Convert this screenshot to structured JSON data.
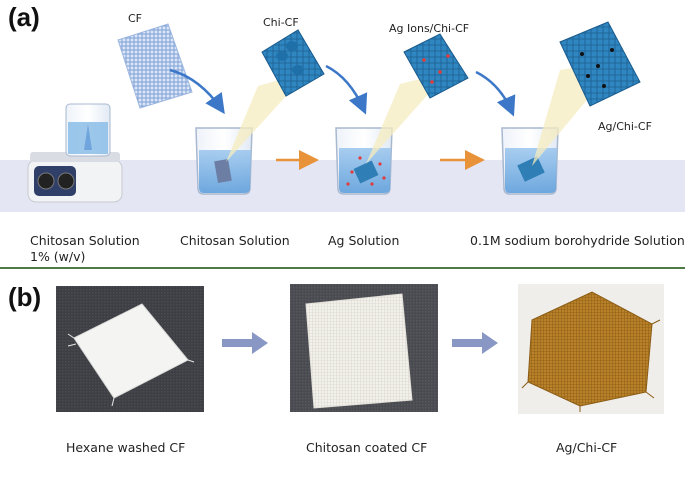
{
  "panel_a": {
    "label": "(a)",
    "floating_labels": [
      "CF",
      "Chi-CF",
      "Ag Ions/Chi-CF",
      "Ag/Chi-CF"
    ],
    "captions": [
      "Chitosan Solution",
      "1% (w/v)",
      "Chitosan Solution",
      "Ag Solution",
      "0.1M sodium borohydride Solution"
    ]
  },
  "panel_b": {
    "label": "(b)",
    "captions": [
      "Hexane washed CF",
      "Chitosan coated CF",
      "Ag/Chi-CF"
    ]
  },
  "colors": {
    "band": "#e4e6f4",
    "divider": "#4e7a46",
    "blue_arrow": "#3d78c8",
    "orange_arrow": "#e8923a",
    "grey_arrow": "#8897c4",
    "fabric_blue": "#2f7fb6",
    "silver_fabric": "#c08a2a"
  },
  "icons": [
    "hotplate-stirrer-icon",
    "beaker-icon",
    "fabric-swatch-icon",
    "magnified-fabric-icon",
    "process-arrow-icon"
  ]
}
